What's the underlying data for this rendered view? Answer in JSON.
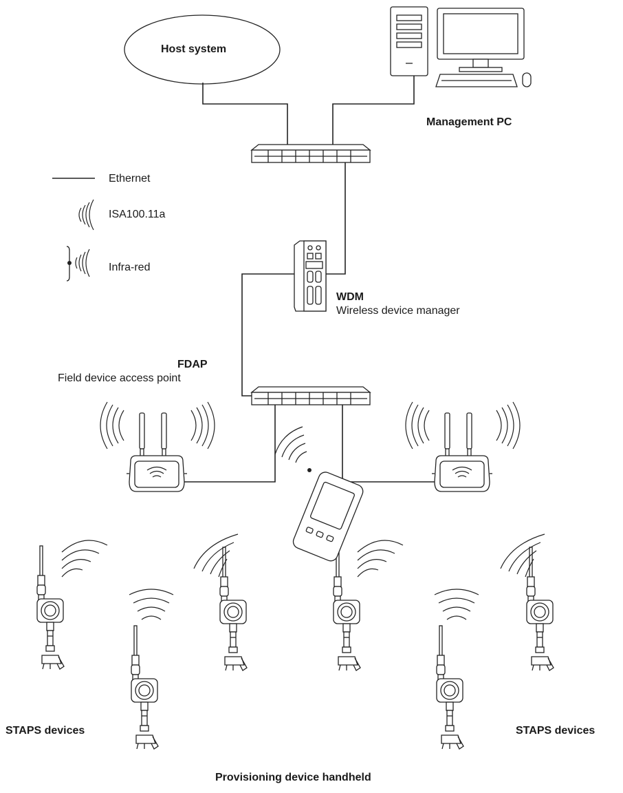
{
  "nodes": {
    "host_system": "Host system",
    "management_pc": "Management PC",
    "wdm_title": "WDM",
    "wdm_subtitle": "Wireless device manager",
    "fdap_title": "FDAP",
    "fdap_subtitle": "Field device access point",
    "staps_left": "STAPS devices",
    "staps_right": "STAPS devices",
    "handheld": "Provisioning device handheld"
  },
  "legend": {
    "ethernet": "Ethernet",
    "isa": "ISA100.11a",
    "infrared": "Infra-red"
  }
}
